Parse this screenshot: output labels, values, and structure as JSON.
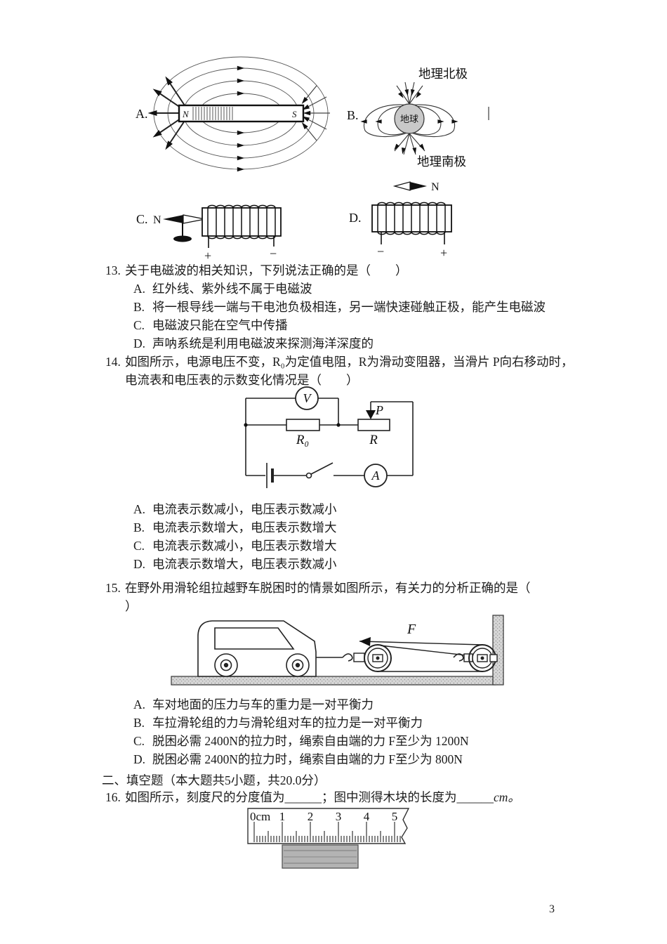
{
  "page": {
    "number": "3"
  },
  "figures": {
    "magnetA": {
      "label": "A.",
      "n": "N",
      "s": "S"
    },
    "earthB": {
      "label": "B.",
      "earth": "地球",
      "north_label": "地理北极",
      "south_label": "地理南极"
    },
    "solenoidC": {
      "label": "C.",
      "needle": "N",
      "plus": "+",
      "minus": "−"
    },
    "solenoidD": {
      "label": "D.",
      "needle": "N",
      "plus": "+",
      "minus": "−"
    }
  },
  "q13": {
    "number": "13.",
    "stem": "关于电磁波的相关知识，下列说法正确的是（　　）",
    "options": [
      {
        "label": "A.",
        "text": "红外线、紫外线不属于电磁波"
      },
      {
        "label": "B.",
        "text": "将一根导线一端与干电池负极相连，另一端快速碰触正极，能产生电磁波"
      },
      {
        "label": "C.",
        "text": "电磁波只能在空气中传播"
      },
      {
        "label": "D.",
        "text": "声呐系统是利用电磁波来探测海洋深度的"
      }
    ]
  },
  "q14": {
    "number": "14.",
    "stem_line1": "如图所示，电源电压不变，R₀为定值电阻，R为滑动变阻器，当滑片 P向右移动时，",
    "stem_line2": "电流表和电压表的示数变化情况是（　　）",
    "circuit": {
      "voltmeter": "V",
      "ammeter": "A",
      "r0": "R₀",
      "r": "R",
      "p": "P"
    },
    "options": [
      {
        "label": "A.",
        "text": "电流表示数减小，电压表示数减小"
      },
      {
        "label": "B.",
        "text": "电流表示数增大，电压表示数增大"
      },
      {
        "label": "C.",
        "text": "电流表示数减小，电压表示数增大"
      },
      {
        "label": "D.",
        "text": "电流表示数增大，电压表示数减小"
      }
    ]
  },
  "q15": {
    "number": "15.",
    "stem_line1": "在野外用滑轮组拉越野车脱困时的情景如图所示，有关力的分析正确的是（",
    "stem_line2": "）",
    "figure": {
      "force": "F"
    },
    "options": [
      {
        "label": "A.",
        "text": "车对地面的压力与车的重力是一对平衡力"
      },
      {
        "label": "B.",
        "text": "车拉滑轮组的力与滑轮组对车的拉力是一对平衡力"
      },
      {
        "label": "C.",
        "text": "脱困必需 2400N的拉力时，绳索自由端的力 F至少为 1200N"
      },
      {
        "label": "D.",
        "text": "脱困必需 2400N的拉力时，绳索自由端的力 F至少为 800N"
      }
    ]
  },
  "section2": {
    "title": "二、填空题（本大题共5小题，共20.0分）"
  },
  "q16": {
    "number": "16.",
    "text": "如图所示，刻度尺的分度值为______；图中测得木块的长度为______",
    "unit": "cm。",
    "ruler": {
      "labels": [
        "0cm",
        "1",
        "2",
        "3",
        "4",
        "5"
      ]
    }
  }
}
